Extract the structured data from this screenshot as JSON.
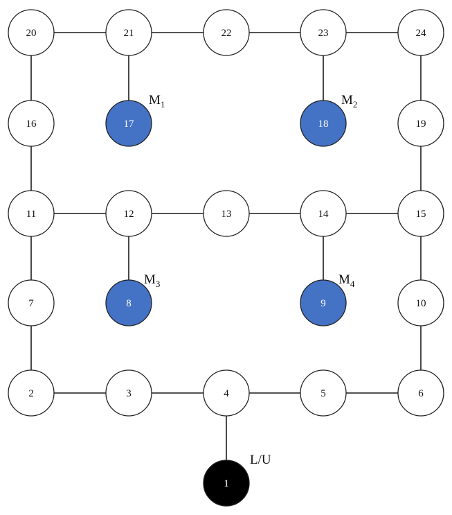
{
  "colors": {
    "node_fill": "#ffffff",
    "node_text": "#111111",
    "machine_fill": "#4472C4",
    "machine_text": "#ffffff",
    "station_fill": "#000000",
    "station_text": "#ffffff"
  },
  "nodes": [
    {
      "id": "20",
      "label": "20",
      "kind": "normal"
    },
    {
      "id": "21",
      "label": "21",
      "kind": "normal"
    },
    {
      "id": "22",
      "label": "22",
      "kind": "normal"
    },
    {
      "id": "23",
      "label": "23",
      "kind": "normal"
    },
    {
      "id": "24",
      "label": "24",
      "kind": "normal"
    },
    {
      "id": "16",
      "label": "16",
      "kind": "normal"
    },
    {
      "id": "17",
      "label": "17",
      "kind": "machine"
    },
    {
      "id": "18",
      "label": "18",
      "kind": "machine"
    },
    {
      "id": "19",
      "label": "19",
      "kind": "normal"
    },
    {
      "id": "11",
      "label": "11",
      "kind": "normal"
    },
    {
      "id": "12",
      "label": "12",
      "kind": "normal"
    },
    {
      "id": "13",
      "label": "13",
      "kind": "normal"
    },
    {
      "id": "14",
      "label": "14",
      "kind": "normal"
    },
    {
      "id": "15",
      "label": "15",
      "kind": "normal"
    },
    {
      "id": "7",
      "label": "7",
      "kind": "normal"
    },
    {
      "id": "8",
      "label": "8",
      "kind": "machine"
    },
    {
      "id": "9",
      "label": "9",
      "kind": "machine"
    },
    {
      "id": "10",
      "label": "10",
      "kind": "normal"
    },
    {
      "id": "2",
      "label": "2",
      "kind": "normal"
    },
    {
      "id": "3",
      "label": "3",
      "kind": "normal"
    },
    {
      "id": "4",
      "label": "4",
      "kind": "normal"
    },
    {
      "id": "5",
      "label": "5",
      "kind": "normal"
    },
    {
      "id": "6",
      "label": "6",
      "kind": "normal"
    },
    {
      "id": "1",
      "label": "1",
      "kind": "station"
    }
  ],
  "edges": [
    [
      "20",
      "21"
    ],
    [
      "21",
      "22"
    ],
    [
      "22",
      "23"
    ],
    [
      "23",
      "24"
    ],
    [
      "20",
      "16"
    ],
    [
      "16",
      "11"
    ],
    [
      "11",
      "7"
    ],
    [
      "7",
      "2"
    ],
    [
      "24",
      "19"
    ],
    [
      "19",
      "15"
    ],
    [
      "15",
      "10"
    ],
    [
      "10",
      "6"
    ],
    [
      "11",
      "12"
    ],
    [
      "12",
      "13"
    ],
    [
      "13",
      "14"
    ],
    [
      "14",
      "15"
    ],
    [
      "2",
      "3"
    ],
    [
      "3",
      "4"
    ],
    [
      "4",
      "5"
    ],
    [
      "5",
      "6"
    ],
    [
      "21",
      "17"
    ],
    [
      "23",
      "18"
    ],
    [
      "12",
      "8"
    ],
    [
      "14",
      "9"
    ],
    [
      "4",
      "1"
    ]
  ],
  "annotations": [
    {
      "id": "m1",
      "main": "M",
      "sub": "1",
      "node": "17"
    },
    {
      "id": "m2",
      "main": "M",
      "sub": "2",
      "node": "18"
    },
    {
      "id": "m3",
      "main": "M",
      "sub": "3",
      "node": "8"
    },
    {
      "id": "m4",
      "main": "M",
      "sub": "4",
      "node": "9"
    },
    {
      "id": "lu",
      "main": "L/U",
      "sub": "",
      "node": "1"
    }
  ]
}
